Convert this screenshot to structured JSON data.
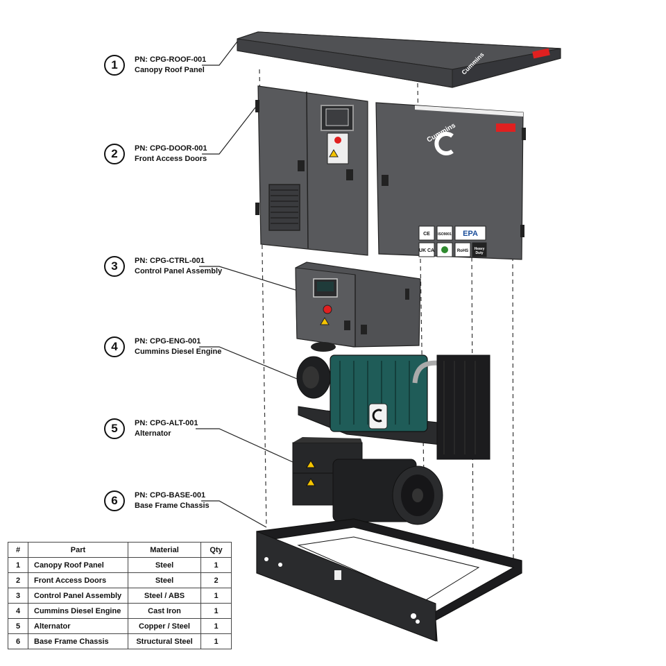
{
  "callouts": [
    {
      "num": "1",
      "pn": "PN: CPG-ROOF-001",
      "name": "Canopy Roof Panel"
    },
    {
      "num": "2",
      "pn": "PN: CPG-DOOR-001",
      "name": "Front Access Doors"
    },
    {
      "num": "3",
      "pn": "PN: CPG-CTRL-001",
      "name": "Control Panel Assembly"
    },
    {
      "num": "4",
      "pn": "PN: CPG-ENG-001",
      "name": "Cummins Diesel Engine"
    },
    {
      "num": "5",
      "pn": "PN: CPG-ALT-001",
      "name": "Alternator"
    },
    {
      "num": "6",
      "pn": "PN: CPG-BASE-001",
      "name": "Base Frame Chassis"
    }
  ],
  "bom": {
    "headers": [
      "#",
      "Part",
      "Material",
      "Qty"
    ],
    "rows": [
      {
        "n": "1",
        "part": "Canopy Roof Panel",
        "material": "Steel",
        "qty": "1"
      },
      {
        "n": "2",
        "part": "Front Access Doors",
        "material": "Steel",
        "qty": "2"
      },
      {
        "n": "3",
        "part": "Control Panel Assembly",
        "material": "Steel / ABS",
        "qty": "1"
      },
      {
        "n": "4",
        "part": "Cummins Diesel Engine",
        "material": "Cast Iron",
        "qty": "1"
      },
      {
        "n": "5",
        "part": "Alternator",
        "material": "Copper / Steel",
        "qty": "1"
      },
      {
        "n": "6",
        "part": "Base Frame Chassis",
        "material": "Structural Steel",
        "qty": "1"
      }
    ]
  },
  "brand": {
    "logo_text": "Cummins"
  },
  "cert_marks": [
    "CE",
    "ISO9001",
    "EPA",
    "UK CA",
    "RoHS",
    "Heavy Duty"
  ],
  "colors": {
    "canopy": "#4a4b4e",
    "engine": "#1f5c58",
    "accent_red": "#e02020",
    "frame": "#1c1c1e"
  }
}
